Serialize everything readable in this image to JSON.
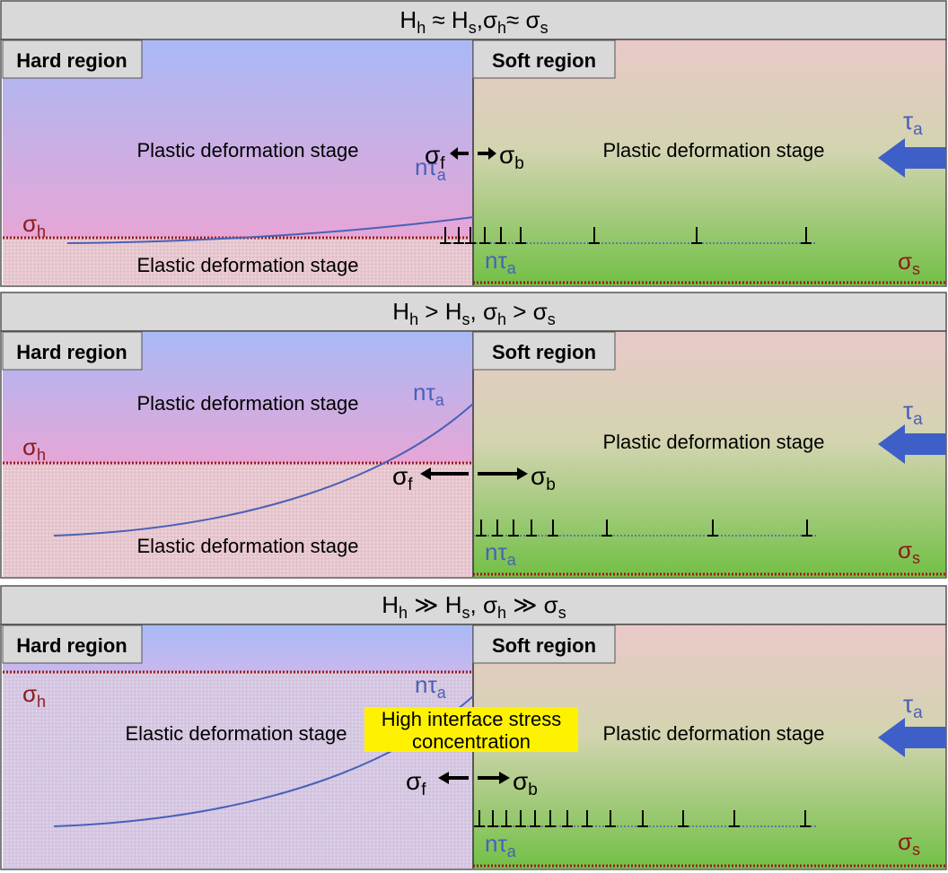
{
  "panels": [
    {
      "title": {
        "H": "H",
        "h": "h",
        "mid1": " ≈ H",
        "s": "s",
        "sep": ",σ",
        "h2": "h",
        "rel2": "≈ σ",
        "s2": "s"
      },
      "hard_label": "Hard region",
      "soft_label": "Soft region",
      "hard_stage_top": "Plastic deformation stage",
      "hard_stage_bottom": "Elastic deformation stage",
      "soft_stage": "Plastic deformation stage",
      "sigma_h": {
        "base": "σ",
        "sub": "h"
      },
      "sigma_s": {
        "base": "σ",
        "sub": "s"
      },
      "sigma_f": {
        "base": "σ",
        "sub": "f"
      },
      "sigma_b": {
        "base": "σ",
        "sub": "b"
      },
      "n_tau_curve": {
        "base": "nτ",
        "sub": "a"
      },
      "n_tau_pile": {
        "base": "nτ",
        "sub": "a"
      },
      "tau_a": {
        "base": "τ",
        "sub": "a"
      },
      "dislocation_count": 9
    },
    {
      "title": {
        "H": "H",
        "h": "h",
        "mid1": " > H",
        "s": "s",
        "sep": ", σ",
        "h2": "h",
        "rel2": " > σ",
        "s2": "s"
      },
      "hard_label": "Hard region",
      "soft_label": "Soft region",
      "hard_stage_top": "Plastic deformation stage",
      "hard_stage_bottom": "Elastic deformation stage",
      "soft_stage": "Plastic deformation stage",
      "sigma_h": {
        "base": "σ",
        "sub": "h"
      },
      "sigma_s": {
        "base": "σ",
        "sub": "s"
      },
      "sigma_f": {
        "base": "σ",
        "sub": "f"
      },
      "sigma_b": {
        "base": "σ",
        "sub": "b"
      },
      "n_tau_curve": {
        "base": "nτ",
        "sub": "a"
      },
      "n_tau_pile": {
        "base": "nτ",
        "sub": "a"
      },
      "tau_a": {
        "base": "τ",
        "sub": "a"
      },
      "dislocation_count": 8
    },
    {
      "title": {
        "H": "H",
        "h": "h",
        "mid1": " ≫ H",
        "s": "s",
        "sep": ", σ",
        "h2": "h",
        "rel2": " ≫ σ",
        "s2": "s"
      },
      "hard_label": "Hard region",
      "soft_label": "Soft region",
      "hard_stage_bottom": "Elastic deformation stage",
      "soft_stage": "Plastic deformation stage",
      "highlight_line1": "High interface stress",
      "highlight_line2": "concentration",
      "sigma_h": {
        "base": "σ",
        "sub": "h"
      },
      "sigma_s": {
        "base": "σ",
        "sub": "s"
      },
      "sigma_f": {
        "base": "σ",
        "sub": "f"
      },
      "sigma_b": {
        "base": "σ",
        "sub": "b"
      },
      "n_tau_curve": {
        "base": "nτ",
        "sub": "a"
      },
      "n_tau_pile": {
        "base": "nτ",
        "sub": "a"
      },
      "tau_a": {
        "base": "τ",
        "sub": "a"
      },
      "dislocation_count": 12
    }
  ],
  "colors": {
    "hard_top": "#aab8f5",
    "hard_bottom": "#e4a8d8",
    "soft_top": "#e8c8c8",
    "soft_bottom": "#76c24a",
    "elastic_fill": "#e6c8d0",
    "dotted_red": "#9b1b1b",
    "curve_blue": "#4a60b8",
    "label_red": "#8b1a1a",
    "label_blue": "#4a60b8",
    "arrow_blue": "#3f5fc8",
    "highlight": "#fff200",
    "header_bg": "#d9d9d9"
  }
}
